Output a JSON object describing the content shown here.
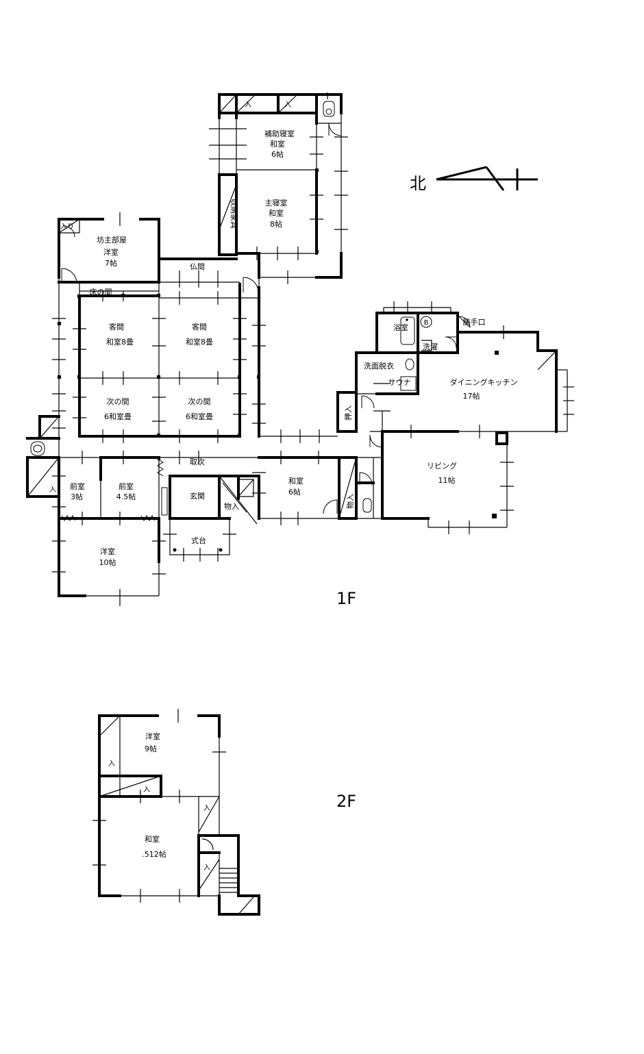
{
  "compass": {
    "north_label": "北"
  },
  "floors": {
    "first": "1F",
    "second": "2F"
  },
  "rooms_1f": {
    "hojo_bedroom": {
      "name": "補助寝室",
      "type": "和室",
      "size": "6帖"
    },
    "main_bedroom": {
      "name": "主寝室",
      "type": "和室",
      "size": "8帖"
    },
    "storage_furniture": "収納家具",
    "bozu_room": {
      "name": "坊主部屋",
      "type": "洋室",
      "size": "7帖"
    },
    "iri": "入り",
    "butsuma": "仏間",
    "tokonoma": "床の間",
    "kyakuma_a": {
      "name": "客間",
      "size": "和室8畳"
    },
    "kyakuma_b": {
      "name": "客間",
      "size": "和室8畳"
    },
    "tsugi_a": {
      "name": "次の間",
      "size": "6和室畳"
    },
    "tsugi_b": {
      "name": "次の間",
      "size": "6和室畳"
    },
    "toritsugi": "取次",
    "zenshitsu_a": {
      "name": "前室",
      "size": "3帖"
    },
    "zenshitsu_b": {
      "name": "前室",
      "size": "4.5帖"
    },
    "genkan": "玄関",
    "monoire": "物入",
    "shikidai": "式台",
    "youshitsu": {
      "name": "洋室",
      "size": "10帖"
    },
    "washitsu": {
      "name": "和室",
      "size": "6帖"
    },
    "bath": "浴室",
    "boiler": "B",
    "katteguchi": "勝手口",
    "laundry": "洗濯",
    "dressing": "洗面脱衣",
    "sauna": "サウナ",
    "dining": {
      "name": "ダイニングキッチン",
      "size": "17帖"
    },
    "oshiire": "押入",
    "living": {
      "name": "リビング",
      "size": "11帖"
    },
    "closet_mark": "入"
  },
  "rooms_2f": {
    "youshitsu": {
      "name": "洋室",
      "size": "9帖"
    },
    "washitsu": {
      "name": "和室",
      "size": ".512帖"
    },
    "closet_mark": "入"
  }
}
